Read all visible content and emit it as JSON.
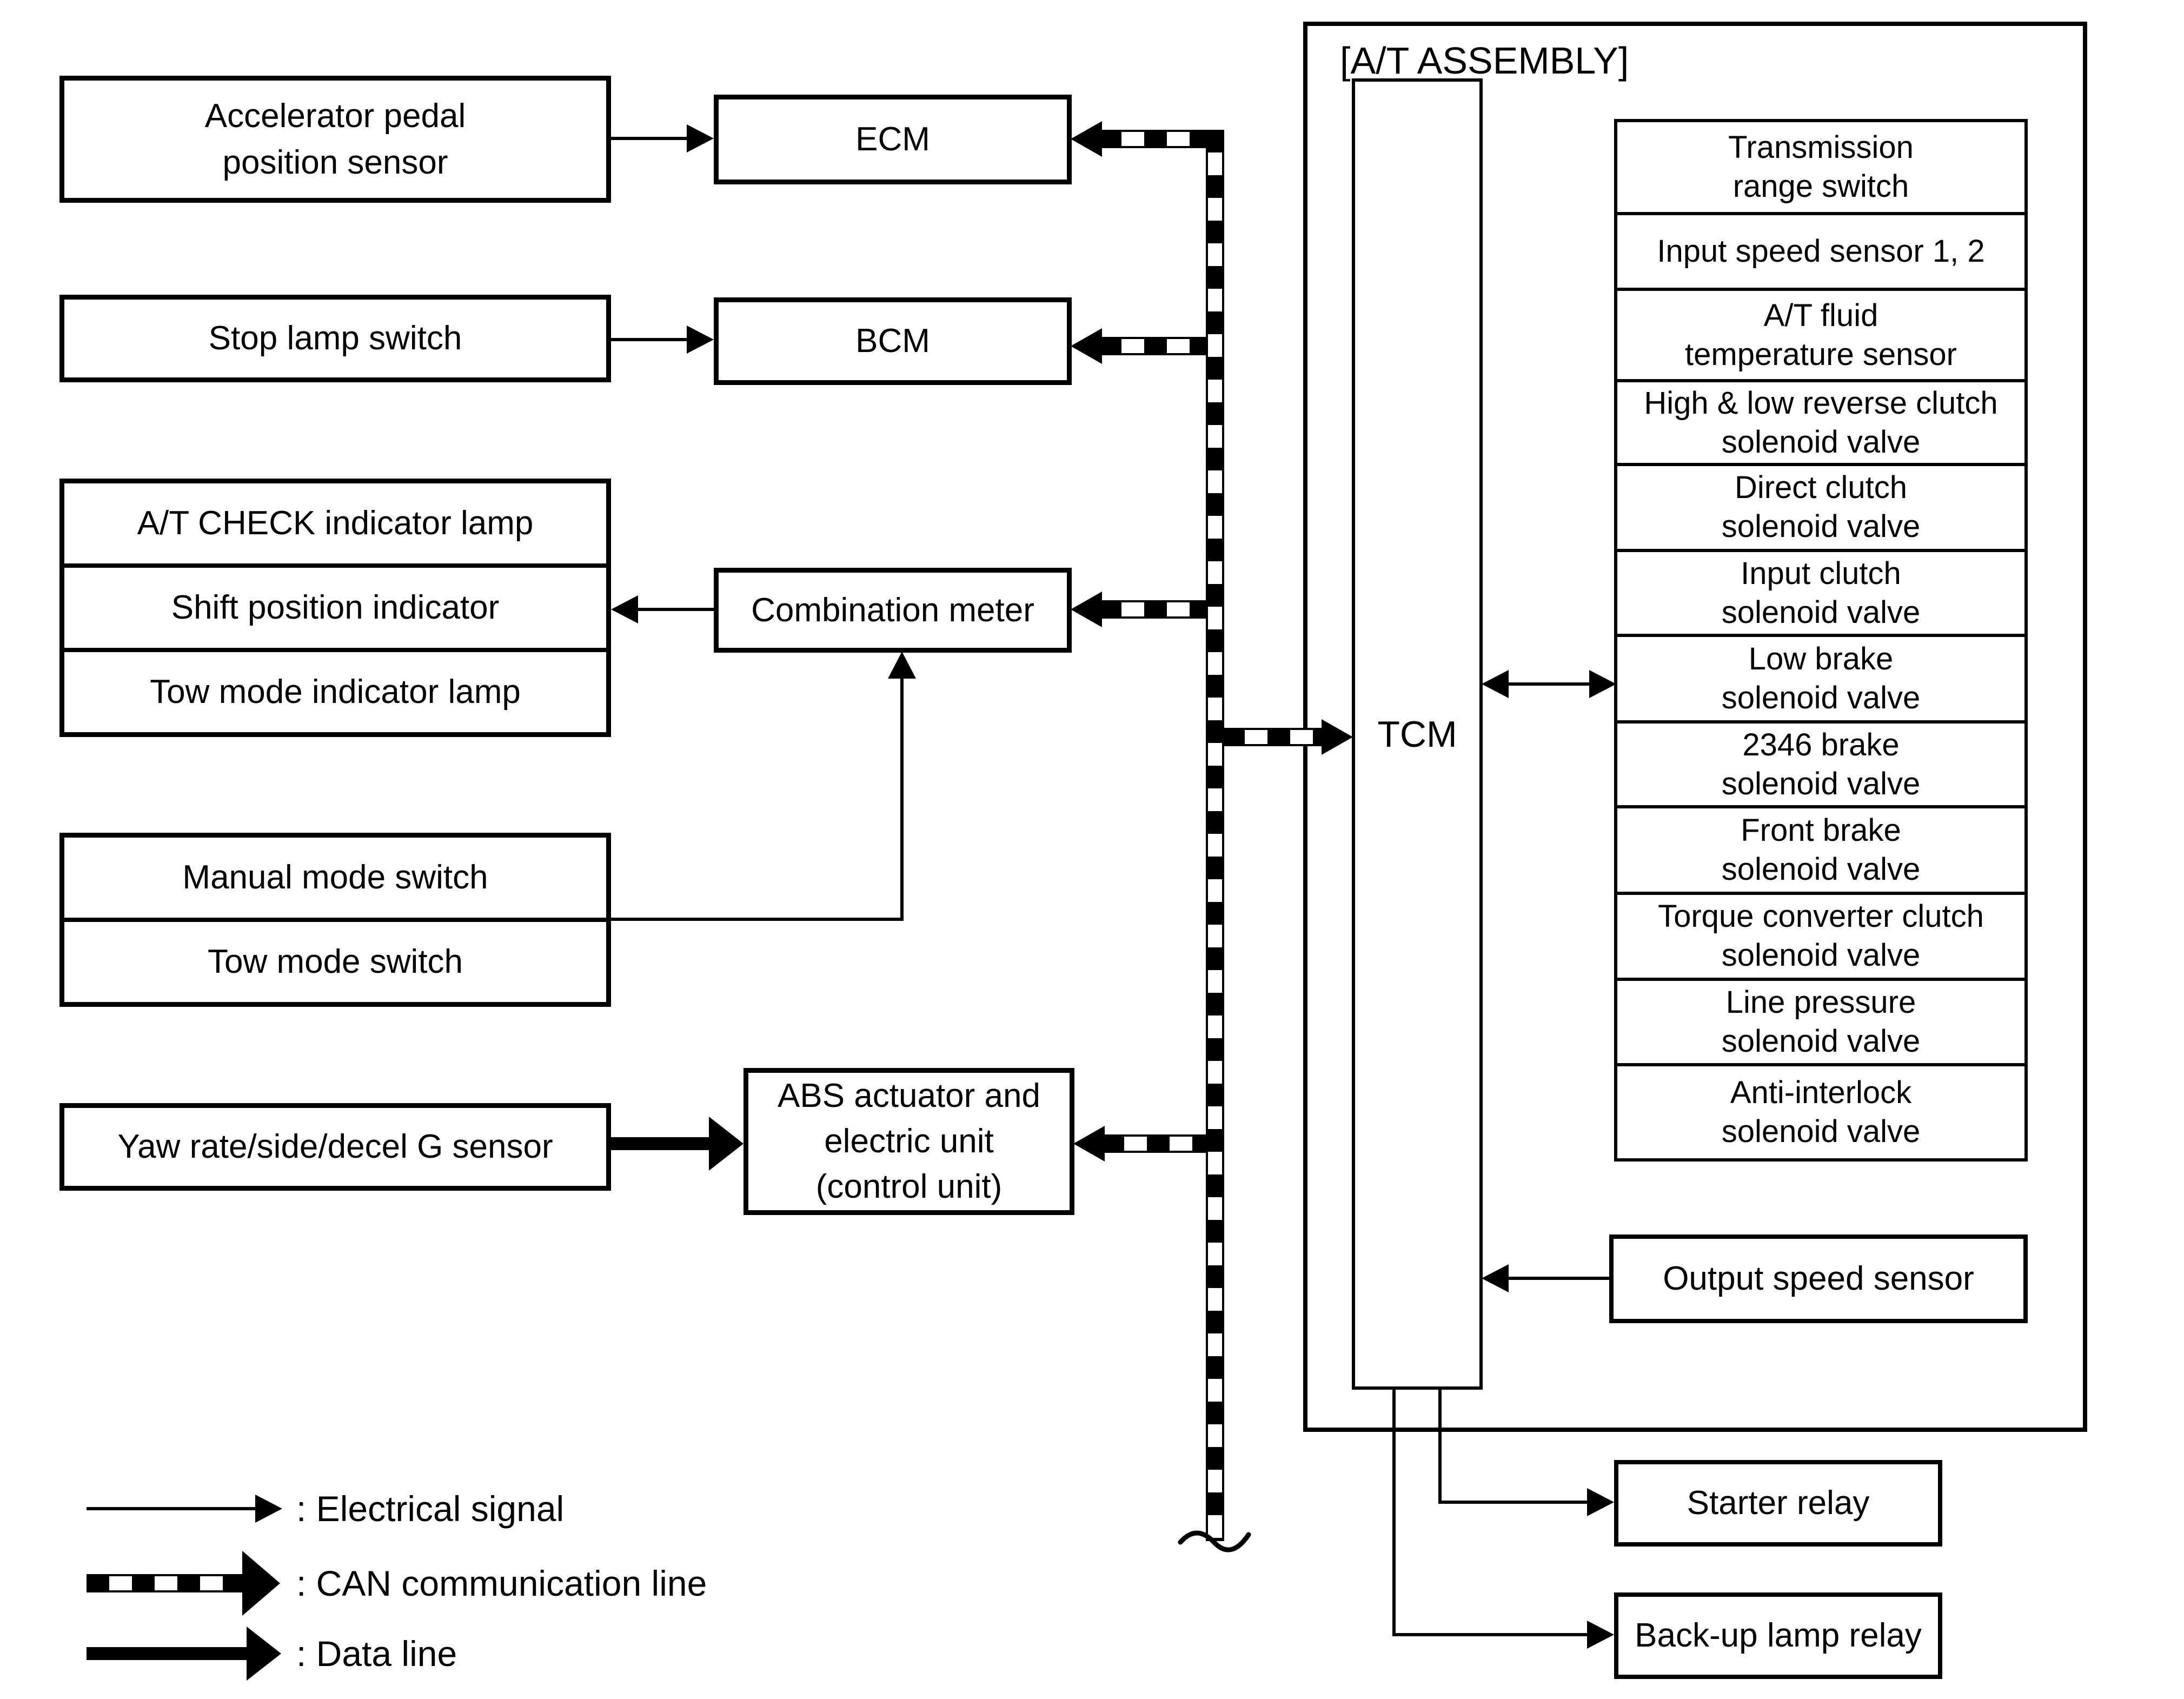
{
  "left_column": {
    "accelerator_box": {
      "lines": [
        "Accelerator pedal",
        "position sensor"
      ]
    },
    "stop_lamp_box": {
      "label": "Stop lamp switch"
    },
    "indicator_stack": {
      "rows": [
        {
          "label": "A/T CHECK indicator lamp"
        },
        {
          "label": "Shift position indicator"
        },
        {
          "label": "Tow mode indicator lamp"
        }
      ]
    },
    "mode_switch_stack": {
      "rows": [
        {
          "label": "Manual mode switch"
        },
        {
          "label": "Tow mode switch"
        }
      ]
    },
    "yaw_box": {
      "label": "Yaw rate/side/decel G sensor"
    }
  },
  "middle_column": {
    "ecm_label": "ECM",
    "bcm_label": "BCM",
    "combination_meter_label": "Combination meter",
    "abs_box": {
      "lines": [
        "ABS actuator and",
        "electric unit",
        "(control unit)"
      ]
    }
  },
  "at_assembly": {
    "title": "[A/T ASSEMBLY]",
    "tcm_label": "TCM",
    "stack_rows": [
      {
        "lines": [
          "Transmission",
          "range switch"
        ]
      },
      {
        "lines": [
          "Input speed sensor 1, 2"
        ]
      },
      {
        "lines": [
          "A/T fluid",
          "temperature sensor"
        ]
      },
      {
        "lines": [
          "High & low reverse clutch",
          "solenoid valve"
        ]
      },
      {
        "lines": [
          "Direct clutch",
          "solenoid valve"
        ]
      },
      {
        "lines": [
          "Input clutch",
          "solenoid valve"
        ]
      },
      {
        "lines": [
          "Low brake",
          "solenoid valve"
        ]
      },
      {
        "lines": [
          "2346 brake",
          "solenoid valve"
        ]
      },
      {
        "lines": [
          "Front brake",
          "solenoid valve"
        ]
      },
      {
        "lines": [
          "Torque converter clutch",
          "solenoid valve"
        ]
      },
      {
        "lines": [
          "Line pressure",
          "solenoid valve"
        ]
      },
      {
        "lines": [
          "Anti-interlock",
          "solenoid valve"
        ]
      }
    ],
    "output_speed_sensor_label": "Output speed sensor"
  },
  "relays": {
    "starter_label": "Starter relay",
    "backup_label": "Back-up lamp relay"
  },
  "legend": [
    {
      "type": "electrical",
      "label": ": Electrical signal"
    },
    {
      "type": "can",
      "label": ": CAN communication line"
    },
    {
      "type": "data",
      "label": ": Data line"
    }
  ],
  "colors": {
    "ink": "#000000",
    "paper": "#ffffff"
  }
}
